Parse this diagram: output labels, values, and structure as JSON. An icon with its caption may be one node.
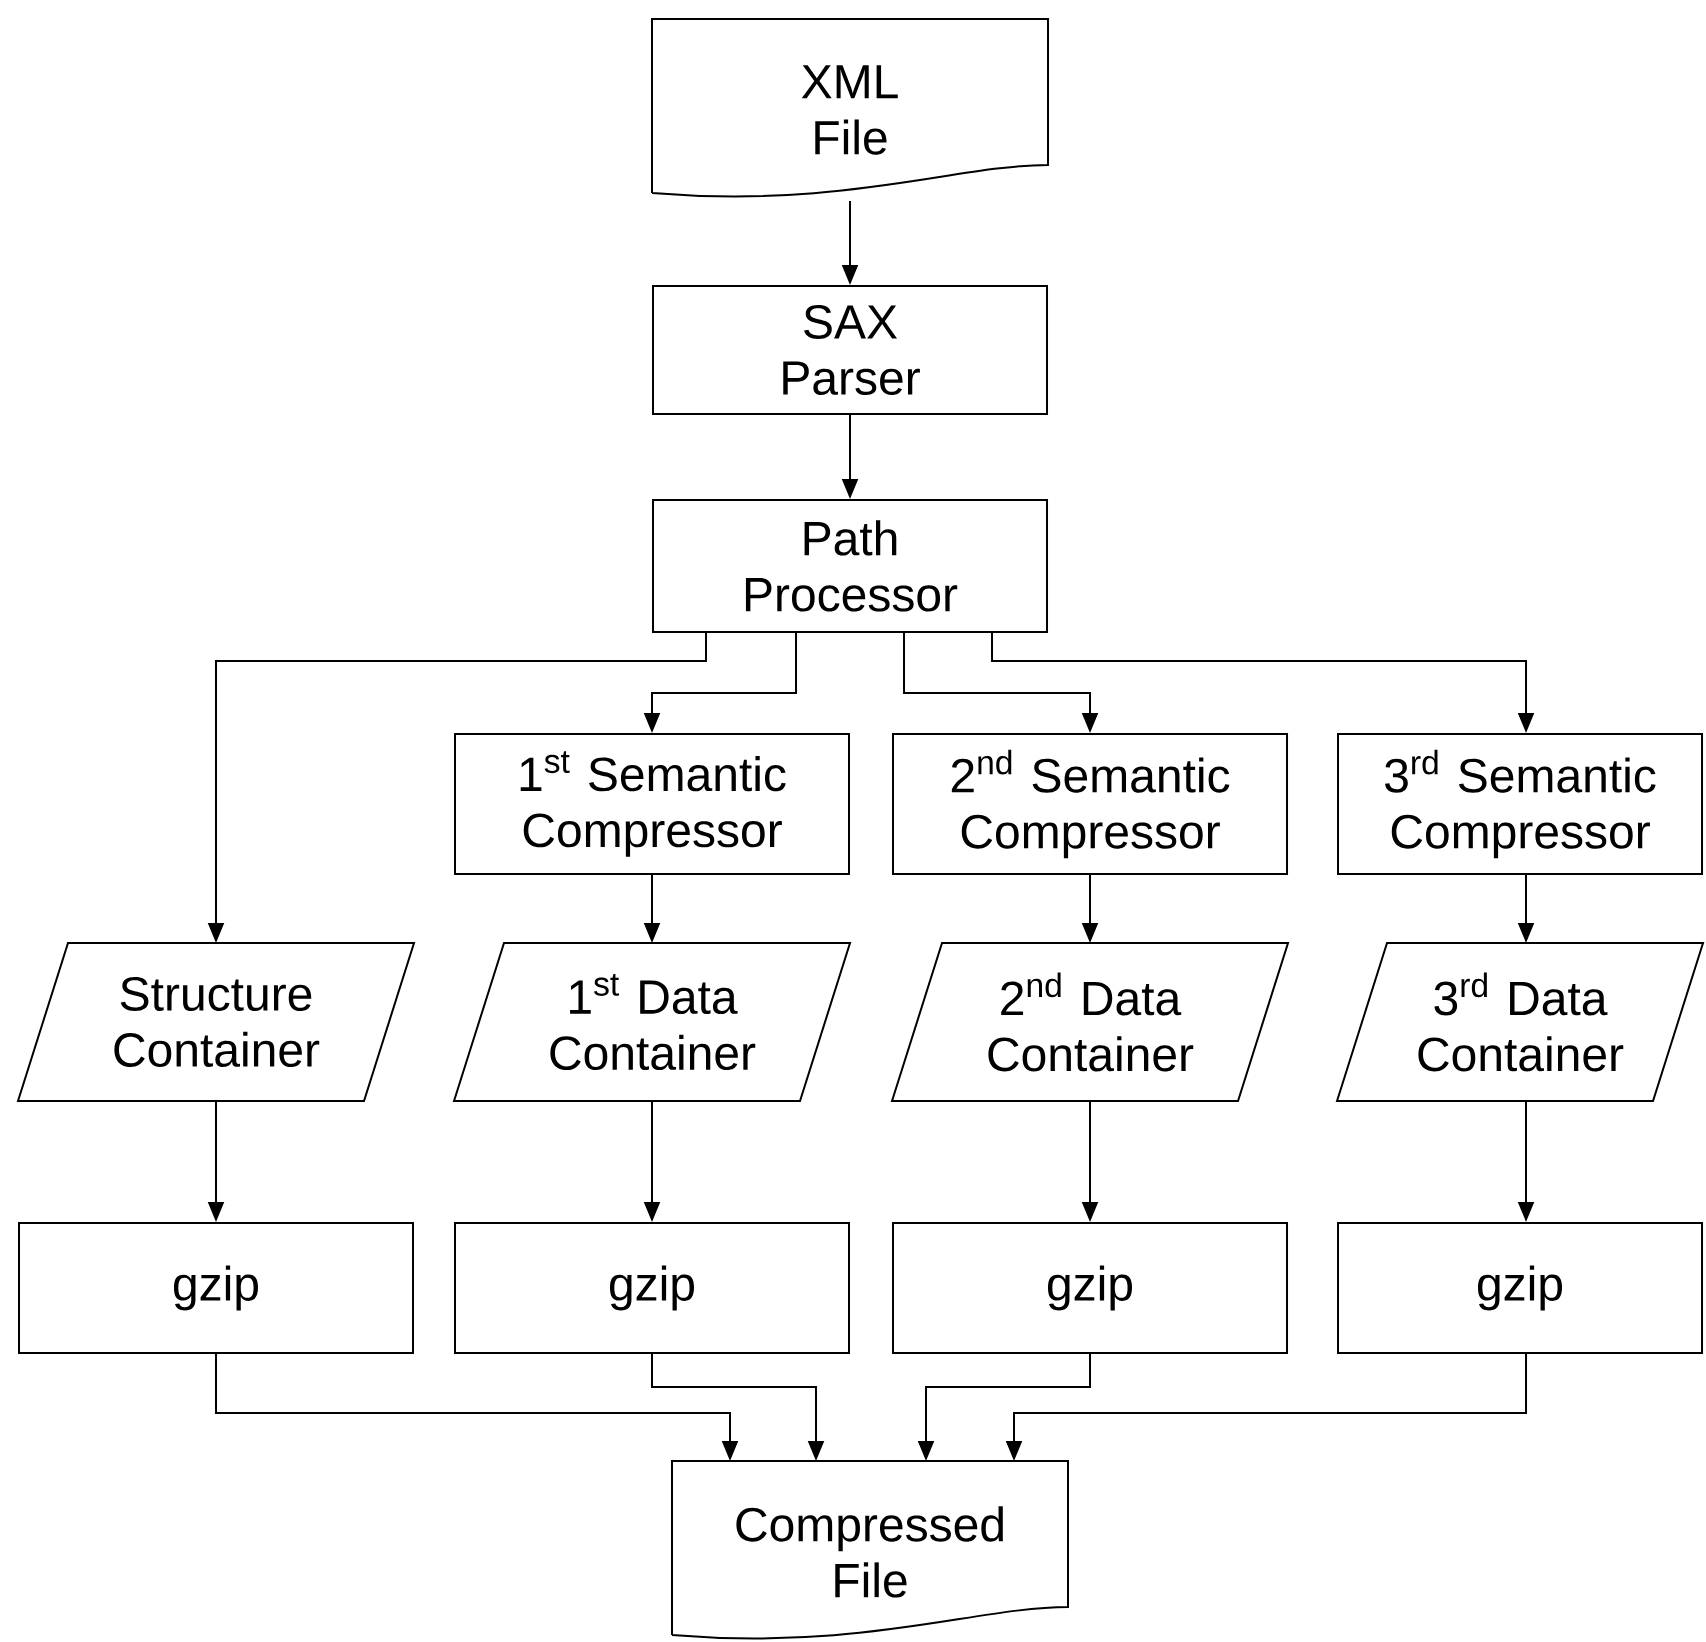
{
  "diagram": {
    "nodes": [
      {
        "text": [
          "XML File"
        ]
      },
      {
        "text": [
          "SAX Parser"
        ]
      },
      {
        "text": [
          "Path Processor"
        ]
      },
      {
        "text": [
          "1$^{st}$ Semantic Compressor"
        ]
      },
      {
        "text": [
          "2$^{nd}$ Semantic Compressor"
        ]
      },
      {
        "text": [
          "3$^{rd}$ Semantic Compressor"
        ]
      },
      {
        "text": [
          "Structure Container"
        ]
      },
      {
        "text": [
          "1$^{st}$ Data Container"
        ]
      },
      {
        "text": [
          "2$^{nd}$ Data Container"
        ]
      },
      {
        "text": [
          "3$^{rd}$ Data Container"
        ]
      },
      {
        "text": [
          "gzip"
        ]
      },
      {
        "text": [
          "gzip"
        ]
      },
      {
        "text": [
          "gzip"
        ]
      },
      {
        "text": [
          "gzip"
        ]
      },
      {
        "text": [
          "Compressed File"
        ]
      }
    ],
    "edges": [
      {
        "from": 0,
        "to": 1,
        "arrow": "to"
      },
      {
        "from": 1,
        "to": 2,
        "arrow": "to"
      },
      {
        "from": 2,
        "to": 6,
        "arrow": "to"
      },
      {
        "from": 2,
        "to": 3,
        "arrow": "to"
      },
      {
        "from": 2,
        "to": 4,
        "arrow": "to"
      },
      {
        "from": 2,
        "to": 5,
        "arrow": "to"
      },
      {
        "from": 3,
        "to": 7,
        "arrow": "to"
      },
      {
        "from": 4,
        "to": 8,
        "arrow": "to"
      },
      {
        "from": 5,
        "to": 9,
        "arrow": "to"
      },
      {
        "from": 6,
        "to": 10,
        "arrow": "to"
      },
      {
        "from": 7,
        "to": 11,
        "arrow": "to"
      },
      {
        "from": 8,
        "to": 12,
        "arrow": "to"
      },
      {
        "from": 9,
        "to": 13,
        "arrow": "to"
      },
      {
        "from": 10,
        "to": 14,
        "arrow": "to"
      },
      {
        "from": 11,
        "to": 14,
        "arrow": "to"
      },
      {
        "from": 12,
        "to": 14,
        "arrow": "to"
      },
      {
        "from": 13,
        "to": 14,
        "arrow": "to"
      }
    ]
  }
}
